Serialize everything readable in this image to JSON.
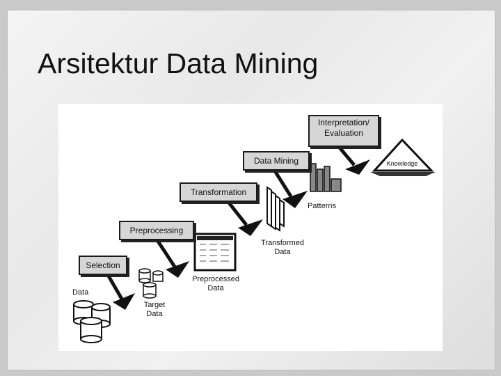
{
  "slide": {
    "title": "Arsitektur Data Mining"
  },
  "diagram": {
    "stages": [
      {
        "label": "Selection"
      },
      {
        "label": "Preprocessing"
      },
      {
        "label": "Transformation"
      },
      {
        "label": "Data Mining"
      },
      {
        "label": "Interpretation/ Evaluation"
      }
    ],
    "artifacts": {
      "data": "Data",
      "target_data_line1": "Target",
      "target_data_line2": "Data",
      "preprocessed_line1": "Preprocessed",
      "preprocessed_line2": "Data",
      "transformed_line1": "Transformed",
      "transformed_line2": "Data",
      "patterns": "Patterns",
      "knowledge": "Knowledge"
    }
  }
}
